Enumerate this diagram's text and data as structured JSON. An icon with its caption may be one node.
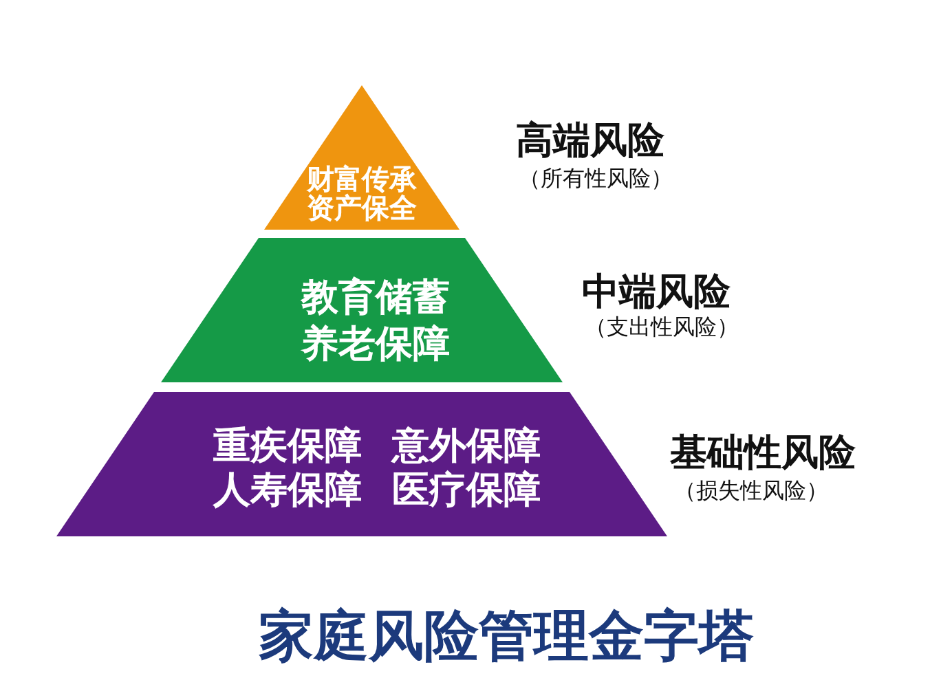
{
  "diagram": {
    "title": "家庭风险管理金字塔",
    "nodes": [
      {
        "text": [
          "财富传承",
          "资产保全"
        ],
        "beside": [
          "高端风险",
          "（所有性风险）"
        ]
      },
      {
        "text": [
          "教育储蓄",
          "养老保障"
        ],
        "beside": [
          "中端风险",
          "（支出性风险）"
        ]
      },
      {
        "text": [
          "重疾保障",
          "意外保障",
          "人寿保障",
          "医疗保障"
        ],
        "beside": [
          "基础性风险",
          "（损失性风险）"
        ]
      }
    ]
  }
}
